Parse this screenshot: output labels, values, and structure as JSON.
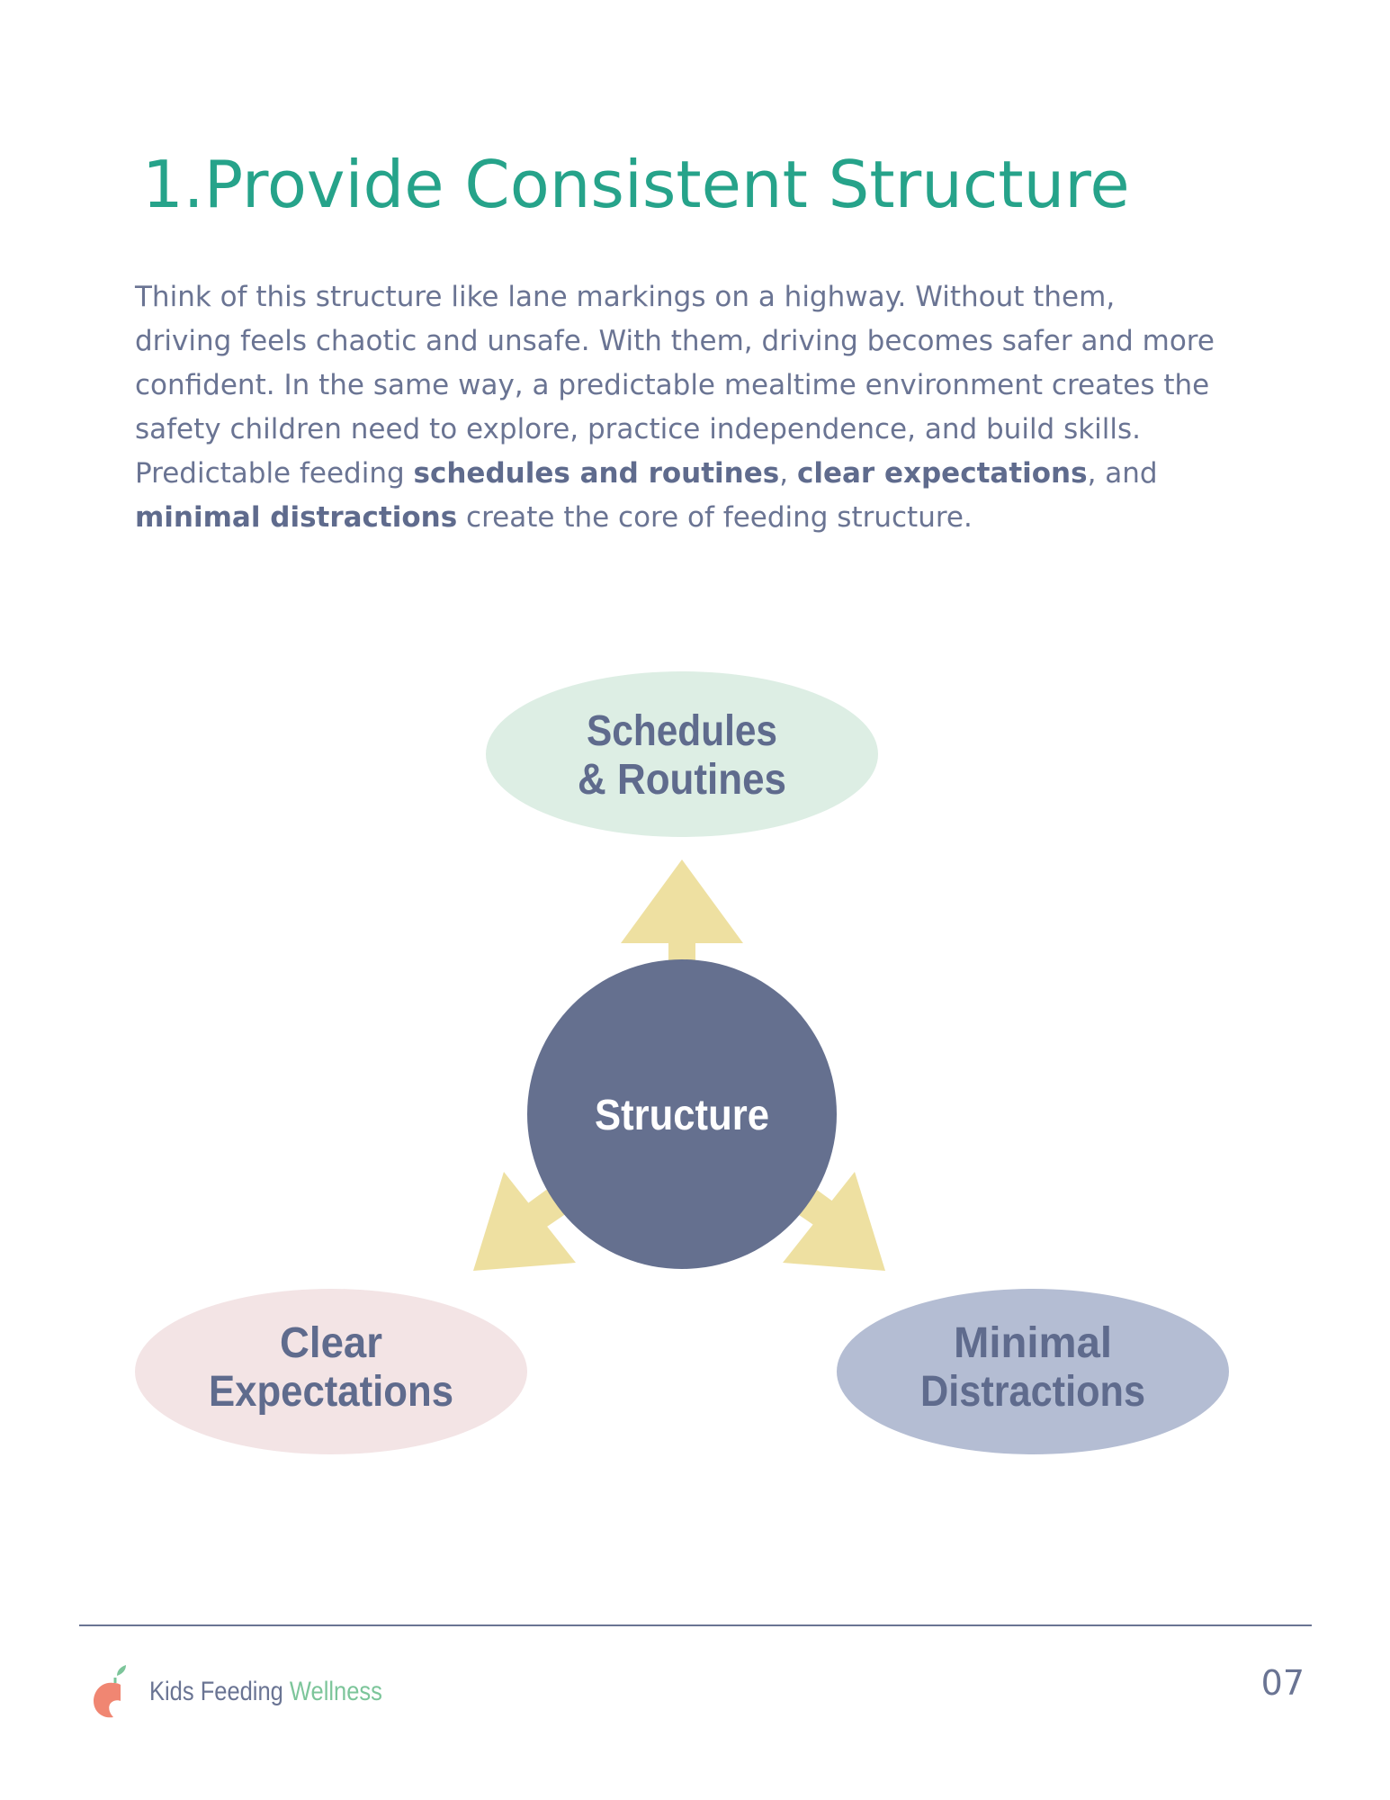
{
  "page": {
    "title": "1.Provide Consistent Structure",
    "intro": {
      "part1": "Think of this structure like lane markings on a highway. Without them, driving feels chaotic and unsafe. With them, driving becomes safer and more confident. In the same way, a predictable mealtime environment creates the safety children need to explore, practice independence, and build skills. Predictable feeding ",
      "bold1": "schedules and routines",
      "sep1": ", ",
      "bold2": "clear expectations",
      "sep2": ", and ",
      "bold3": "minimal distractions",
      "part2": " create the core of feeding structure."
    }
  },
  "diagram": {
    "center": {
      "label": "Structure",
      "color": "#65708f"
    },
    "top": {
      "line1": "Schedules",
      "line2": "& Routines",
      "color": "#ddeee4"
    },
    "left": {
      "line1": "Clear",
      "line2": "Expectations",
      "color": "#f3e4e5"
    },
    "right": {
      "line1": "Minimal",
      "line2": "Distractions",
      "color": "#b4bdd3"
    },
    "arrow_color": "#eee0a1",
    "text_color": "#5f6b8d"
  },
  "footer": {
    "brand_kids": "Kids Feeding ",
    "brand_wellness": "Wellness",
    "page_number": "07"
  }
}
